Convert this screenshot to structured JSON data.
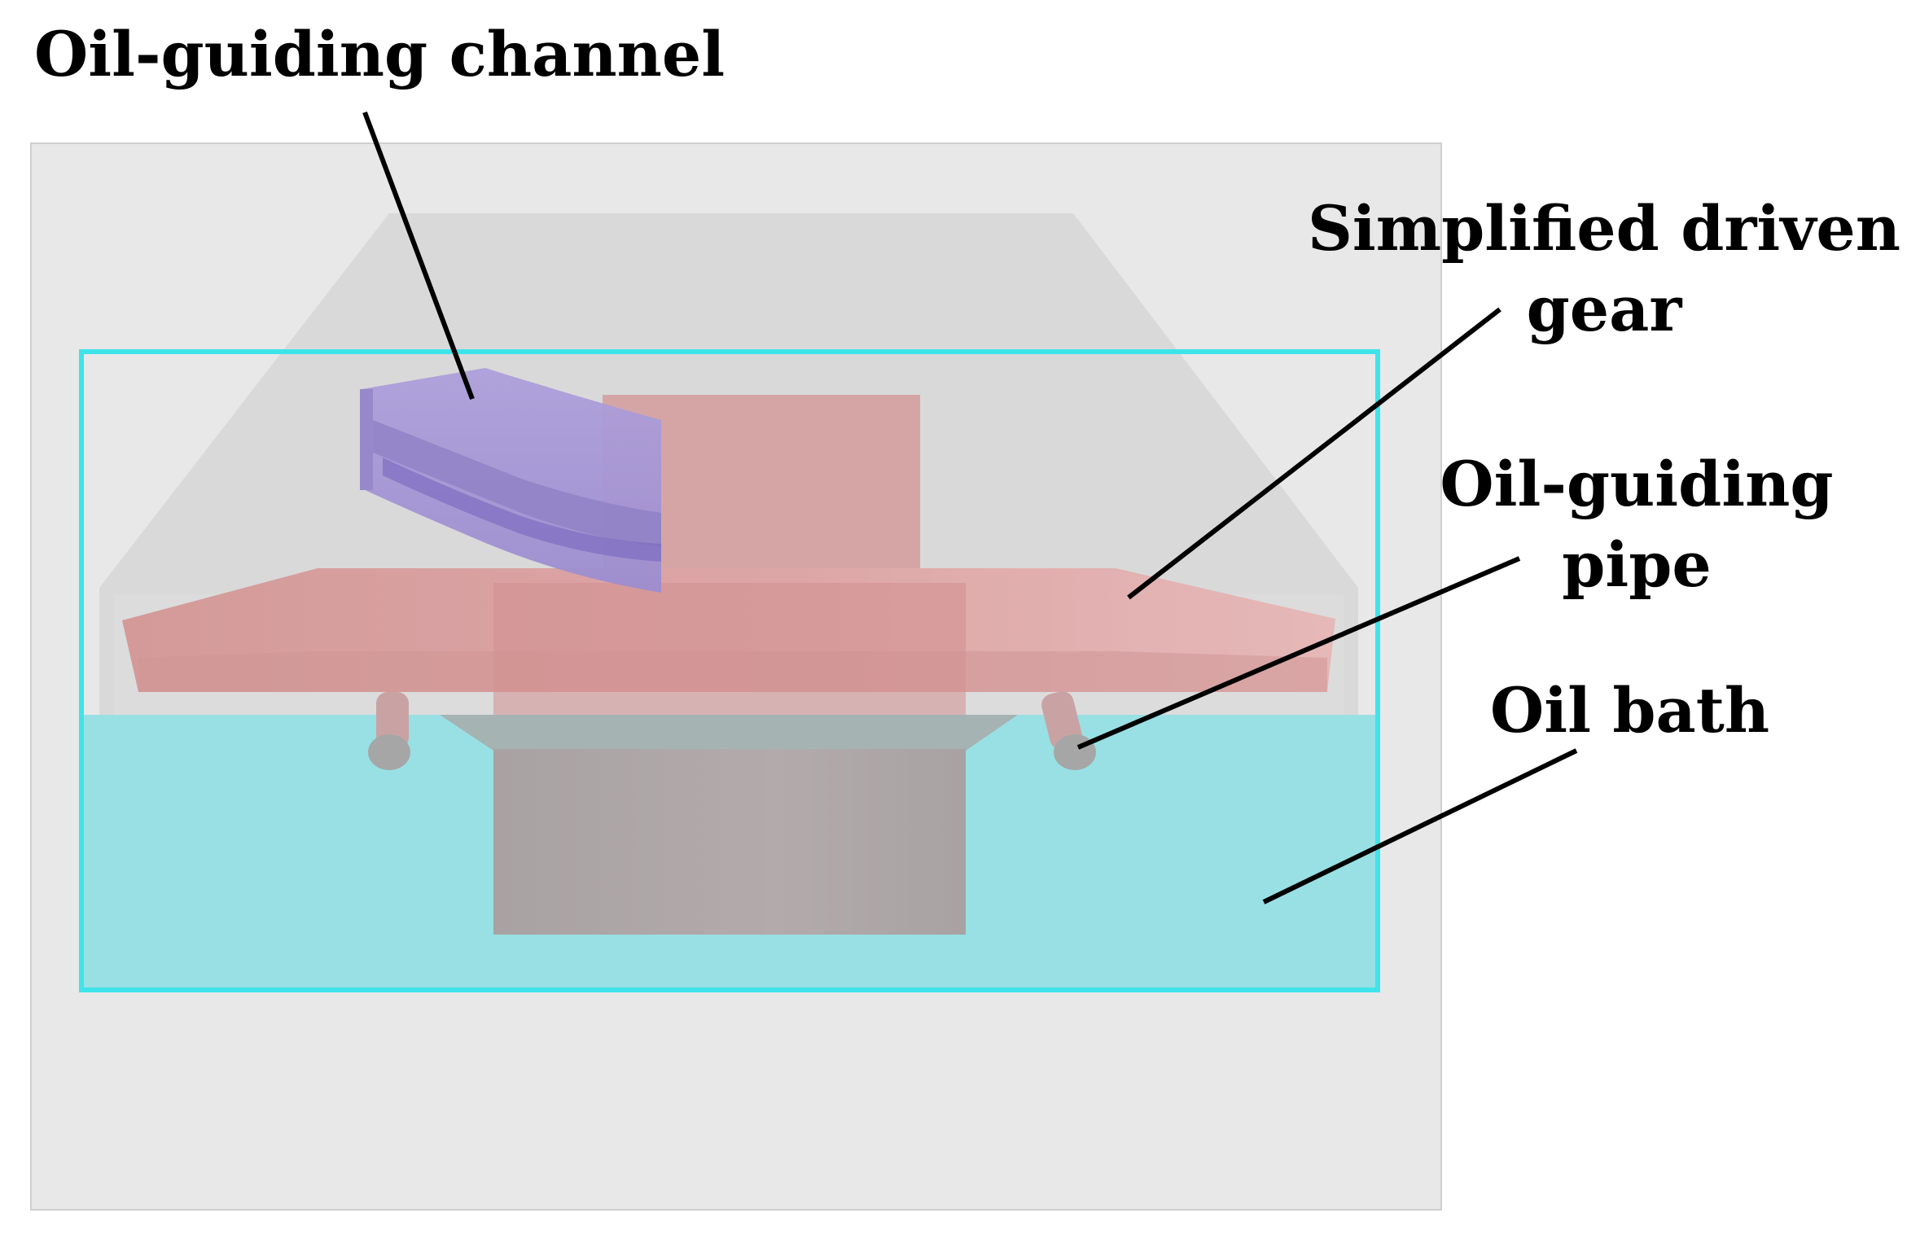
{
  "labels": {
    "oil_guiding_channel": "Oil-guiding channel",
    "simplified_driven_gear": {
      "line1": "Simplified driven",
      "line2": "gear"
    },
    "oil_guiding_pipe": {
      "line1": "Oil-guiding",
      "line2": "pipe"
    },
    "oil_bath": "Oil bath"
  },
  "colors": {
    "background_domain": "#e8e8e8",
    "housing": "#d6d6d6",
    "fluid_domain_outline": "#3fe3ea",
    "oil_bath": "#98e0e4",
    "driven_gear": "#d9a3a3",
    "gear_shaft_submerged": "#b0a9a9",
    "oil_guiding_channel": "#a99ad8",
    "leader_line": "#000000"
  }
}
